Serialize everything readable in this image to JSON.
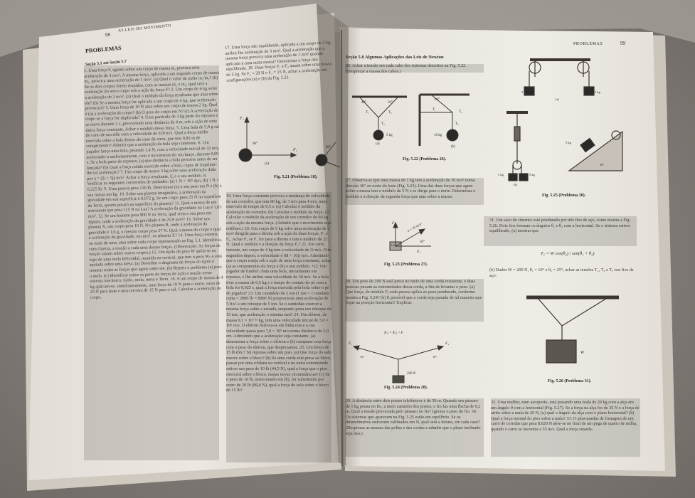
{
  "left_page": {
    "header_number": "98",
    "header_title": "AS LEIS DO MOVIMENTO",
    "section_heading": "PROBLEMAS",
    "subheading": "Seção 5.1 até Seção 5.7",
    "col1_text": "1. Uma força F, agindo sobre um corpo de massa m, provoca uma aceleração de 3 m/s². A mesma força, aplicada a um segundo corpo de massa m₂, provoca uma aceleração de 1 m/s². (a) Qual o valor da razão m₁/m₂? (b) Se os dois corpos forem reunidos, com as massas m₁ e m₂, qual será a aceleração do novo corpo sob a ação da força F? 2. Um corpo de 6 kg sofre a aceleração de 2 m/s². (a) Qual o módulo da força resultante que atua sobre ele? (b) Se a mesma força for aplicada a um corpo de 4 kg, que aceleração provocará? 3. Uma força de 10 N atua sobre um corpo de massa 2 kg. Qual é (a) a aceleração do corpo? (b) O peso do corpo em N? (c) A aceleração do corpo se a força for duplicada? 4. Uma partícula de 3 kg parte do repouso e se move durante 2 s, percorrendo uma distância de 4 m, sob a ação de uma única força constante. Achar o módulo dessa força. 5. Uma bala de 5,0 g sai do cano de um rifle com a velocidade de 320 m/s. Qual a força média exercida sobre a bala dentro do cano da arma, que tem 0,82 m de comprimento? Admitir que a aceleração da bala seja constante. 6. Um jogador lança uma bola, pesando 1,4 N, com a velocidade inicial de 32 m/s, acelerando-a uniformemente, com o movimento do seu braço, durante 0,09 s. Se a bola parte do repouso, (a) que distância a bola percorre antes de ser lançada? (b) Qual a força média exercida sobre a bola, capaz de imprimir-lhe tal aceleração? 7. Um corpo de massa 3 kg sofre uma aceleração dada por a = (2i + 5j) m/s². Achar a força resultante, F, e o seu módulo. 8. Verificar as seguintes conversões de unidades: (a) 1 N = 10⁵ dyn, (b) 1 N = 0,225 lb. 9. Uma pessoa pesa 120 lb. Determinar (a) o seu peso em N e (b) a sua massa em kg. 10. Sobre um planeta imaginário, a aceleração da gravidade em sua superfície é 0,072 g. Se um corpo pesa 25 N na superfície da Terra, quanto pesará na superfície do planeta? 11. Qual a massa de um astronauta que pesa 115 N na Lua? A aceleração da gravidade na Lua é 1,63 m/s². 12. Se um homem pesa 900 N na Terra, qual seria o seu peso em Júpiter, onde a aceleração da gravidade é de 25,9 m/s²? 13. Sobre um planeta X, um corpo pesa 10 N. No planeta B, onde a aceleração da gravidade é 1,6 g, o mesmo corpo pesa 27 N. Qual a massa do corpo e qual a aceleração da gravidade, em m/s², no planeta X? 14. Uma força externa, ou mais de uma, atua sobre cada corpo representado na Fig. 5.1. Identificar, com clareza, a reação a cada uma dessas forças. (Observação: As forças de reação atuam sobre outros corpos.) 15. Um tijolo de peso W apóia-se no topo de uma mola helicoidal, mantida na vertical, que tem o peso Wₛ e está apoiada sobre uma mesa. (a) Desenhar o diagrama de forças do tijolo e nomear todas as forças que agem sobre ele. (b) Repetir o problema (a) para a mola. (c) Identificar todos os pares de forças de ação e reação nesse sistema mecânico, tijolo, mola, mesa e Terra. 16. A um corpo de massa de 4 kg aplicam-se, simultaneamente, uma força de 10 N para o norte, outra de 20 N para leste e uma terceira de 15 N para o sul. Calcular a aceleração do corpo.",
    "col2_text": "17. Uma força não equilibrada, aplicada a um corpo de 2 kg, atribui-lhe aceleração de 3 m/s². Qual a aceleração que a mesma força provoca uma aceleração de 1 m/s² quando aplicada a uma outra massa? Determinar a força não equilibrada. 18. Duas forças F₁ e F₂ atuam sobre uma massa de 5 kg. Se F₁ = 20 N e F₂ = 15 N, achar a aceleração nas configurações (a) e (b) da Fig. 5.21.",
    "fig521_caption": "Fig. 5.21 (Problema 18).",
    "col2_text_b": "19. Uma força constante provoca a mudança de velocidade de um corredor, que tem 80 kg, de 3 m/s para 4 m/s, num intervalo de tempo de 0,5 s. (a) Calcular o módulo da aceleração do corredor. (b) Calcular o módulo da força. (c) Calcular o módulo da aceleração de um corredor de 60 kg sob a ação da mesma força. (Admitir que o movimento seja retilíneo.) 20. Um corpo de 9 kg sofre uma aceleração de 2 m/s² dirigida para a direita sob a ação de duas forças, F₁ e F₂. Achar F₂ se F₁ for para a direita e tem o módulo de 25 N. Qual o módulo e a direção da força F₂? 21. Em certo instante, um corpo de 4 kg tem a velocidade de 3i m/s. Oito segundos depois, a velocidade é (8i + 10j) m/s. Admitindo que o corpo esteja sob a ação de uma força constante, achar (a) as componentes da força e (b) o seu módulo. •22. Um jogador de futebol chuta uma bola, inicialmente em repouso, e lhe atribui uma velocidade de 30 m/s. Se a bola tiver a massa de 0,5 kg e o tempo de contato do pé com a bola for 0,025 s, qual a força exercida pela bola sobre o pé do jogador? 23. Um caminhão de 2 ton (1 ton = 1 tonelada curta = 2000 lb = 8900 N) proporciona uma aceleração de 5 ft/s² a um reboque de 5 ton. Se o caminhão exercer a mesma força sobre a estrada, enquanto puxa um reboque de 15 ton, que aceleração o sistema terá? 24. Um elétron, de massa 9,1 × 10⁻³¹ kg, tem uma velocidade inicial de 3,0 × 10⁵ m/s. O elétron desloca-se em linha reta e a sua velocidade passa para 7,0 × 10⁵ m/s numa distância de 5,0 cm. Admitindo que a aceleração seja constante, (a) determinar a força sobre o elétron e (b) comparar essa força com o peso do elétron, que desprezamos. 25. Um bloco de 15 lb (66,7 N) repousa sobre um piso. (a) Que força do solo exerce sobre o bloco? (b) Se uma corda está presa ao bloco, passar por uma roldana na vertical e na outra extremidade estiver um peso de 10 lb (44,5 N), qual a força que o piso exercerá sobre o bloco, nestas novas circunstâncias? (c) Se o peso de 10 lb, mencionado em (b), for substituído por outro de 20 lb (89,0 N), qual a força do solo sobre o bloco de 15 lb?"
  },
  "right_page": {
    "header_title": "PROBLEMAS",
    "header_number": "99",
    "section_heading": "Seção 5.8 Algumas Aplicações das Leis de Newton",
    "col1_text_a": "26. Achar a tensão em cada cabo dos sistemas descritos na Fig. 5.22. (Desprezar a massa dos cabos.)",
    "fig522_caption": "Fig. 5.22 (Problema 26).",
    "col1_text_b": "27. Observa-se que uma massa de 1 kg tem a aceleração de 10 m/s² numa direção 30° ao norte do leste (Fig. 5.23). Uma das duas forças que agem sobre a massa tem o módulo de 5 N e se dirige para o norte. Determinar o módulo e a direção da segunda força que atua sobre a massa.",
    "fig523_caption": "Fig. 5.23 (Problema 27).",
    "col1_text_c": "28. Um peso de 200 N está preso no meio de uma corda resistente, e duas pessoas puxam as extremidades dessa corda, a fim de levantar o peso. (a) Que força, de módulo F, cada pessoa aplica ao peso pendurado, conforme mostra a Fig. 5.24? (b) É possível que a corda seja puxada de tal maneira que fique na posição horizontal? Explicar.",
    "fig524_caption": "Fig. 5.24 (Problema 28).",
    "col1_text_d": "29. A distância entre dois postes telefônicos é de 50 m. Quando um pássaro de 1 kg pousa no fio, a meio caminho dos postes, o fio faz uma flecha de 0,2 m. Qual a tensão provocada pelo pássaro no fio? Ignorar o peso do fio. 30. Os sistemas que aparecem na Fig. 5.25 estão em equilíbrio. Se os dinamômetros estiverem calibrados em N, qual será a leitura, em cada caso? (Desprezar as massas das polias e das cordas e admitir que o plano inclinado seja liso.)",
    "fig525_caption": "Fig. 5.25 (Problema 30).",
    "col2_text_a": "31. Um saco de cimento está pendurado por três fios de aço, como mostra a Fig. 5.26. Dois fios formam os ângulos θ₁ e θ₂ com a horizontal. Se o sistema estiver equilibrado, (a) mostrar que",
    "formula": "T₁ = W cos(θ₂) / sen(θ₁ + θ₂)",
    "col2_text_b": "(b) Dados W = 200 N, θ₁ = 10° e θ₂ = 25°, achar as tensões T₁, T₂ e T₃ nos fios de aço.",
    "fig526_caption": "Fig. 5.26 (Problema 31).",
    "col2_text_c": "32. Uma mulher, num aeroporto, está puxando uma mala de 20 kg com a alça em um ângulo θ com a horizontal (Fig. 5.27). Se a força na alça for de 35 N e a força de atrito sobre a mala de 20 N, (a) qual o ângulo da alça com o plano horizontal? (b) Qual a força normal do piso sobre a mala? 33. O pára-quedas de frenagem de um carro de corridas que pesa 8.820 N abre-se no final de um pega de quarto de milha, quando o carro se encontra a 55 m/s. Qual a força retarda-"
  },
  "figure_labels": {
    "f1": "F₁",
    "f2": "F₂",
    "f2b": "F₂",
    "f1b": "F₁",
    "deg90": "90°",
    "deg60": "60°",
    "a": "(a)",
    "b": "(b)",
    "fig522_m1": "5 kg",
    "fig522_m2": "10 kg",
    "t1": "T₁",
    "t2": "T₂",
    "t3": "T₃",
    "deg40": "40°",
    "deg50": "50°",
    "deg60b": "60°",
    "fig523_m": "1 kg",
    "fig523_a": "a = 10 m/s²",
    "fig523_deg": "30°",
    "fig524_eq": "|F₁| = |F₂| = F",
    "fig524_deg1": "10°",
    "fig524_deg2": "10°",
    "fig524_w": "200 N",
    "fig525_m1": "5 kg",
    "fig525_m2": "5 kg",
    "fig525_m3": "5 kg",
    "fig525_m4": "5 kg",
    "fig525_m5": "5 kg",
    "fig525_a": "(a)",
    "fig525_b": "(b)",
    "fig525_deg": "30°",
    "fig526_w": "W"
  }
}
